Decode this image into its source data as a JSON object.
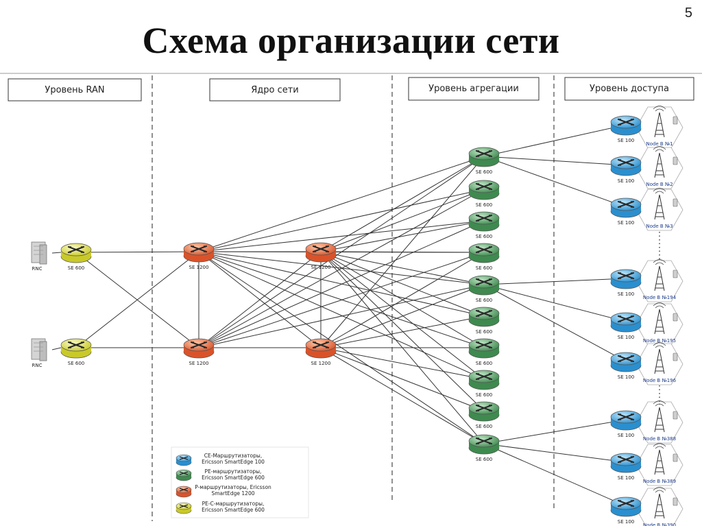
{
  "slide": {
    "title": "Схема организации сети",
    "number": "5"
  },
  "levels": [
    {
      "label": "Уровень RAN"
    },
    {
      "label": "Ядро сети"
    },
    {
      "label": "Уровень агрегации"
    },
    {
      "label": "Уровень доступа"
    }
  ],
  "colors": {
    "ce_router": "#3aa7e0",
    "pe_router": "#4f9a5e",
    "p_router": "#e8643a",
    "pec_router": "#e2e23a"
  },
  "rnc": [
    {
      "label": "RNC"
    },
    {
      "label": "RNC"
    }
  ],
  "ran_routers": [
    {
      "label": "SE 600"
    },
    {
      "label": "SE 600"
    }
  ],
  "core_routers": [
    {
      "label": "SE 1200"
    },
    {
      "label": "SE 1200"
    },
    {
      "label": "SE 1200"
    },
    {
      "label": "SE 1200"
    }
  ],
  "agg_routers": [
    {
      "label": "SE 600"
    },
    {
      "label": "SE 600"
    },
    {
      "label": "SE 600"
    },
    {
      "label": "SE 600"
    },
    {
      "label": "SE 600"
    },
    {
      "label": "SE 600"
    },
    {
      "label": "SE 600"
    },
    {
      "label": "SE 600"
    },
    {
      "label": "SE 600"
    },
    {
      "label": "SE 600"
    }
  ],
  "access_routers": [
    {
      "label": "SE 100",
      "node": "Node B №1"
    },
    {
      "label": "SE 100",
      "node": "Node B №2"
    },
    {
      "label": "SE 100",
      "node": "Node B №3"
    },
    {
      "label": "SE 100",
      "node": "Node B №194"
    },
    {
      "label": "SE 100",
      "node": "Node B №195"
    },
    {
      "label": "SE 100",
      "node": "Node B №196"
    },
    {
      "label": "SE 100",
      "node": "Node B №388"
    },
    {
      "label": "SE 100",
      "node": "Node B №389"
    },
    {
      "label": "SE 100",
      "node": "Node B №390"
    }
  ],
  "legend": [
    {
      "type": "ce",
      "line1": "CE-Маршрутизаторы,",
      "line2": "Ericsson SmartEdge 100"
    },
    {
      "type": "pe",
      "line1": "PE-маршрутизаторы,",
      "line2": "Ericsson SmartEdge 600"
    },
    {
      "type": "p",
      "line1": "P-маршрутизаторы, Ericsson",
      "line2": "SmartEdge 1200"
    },
    {
      "type": "pec",
      "line1": "PE-C-маршрутизаторы,",
      "line2": "Ericsson SmartEdge 600"
    }
  ]
}
